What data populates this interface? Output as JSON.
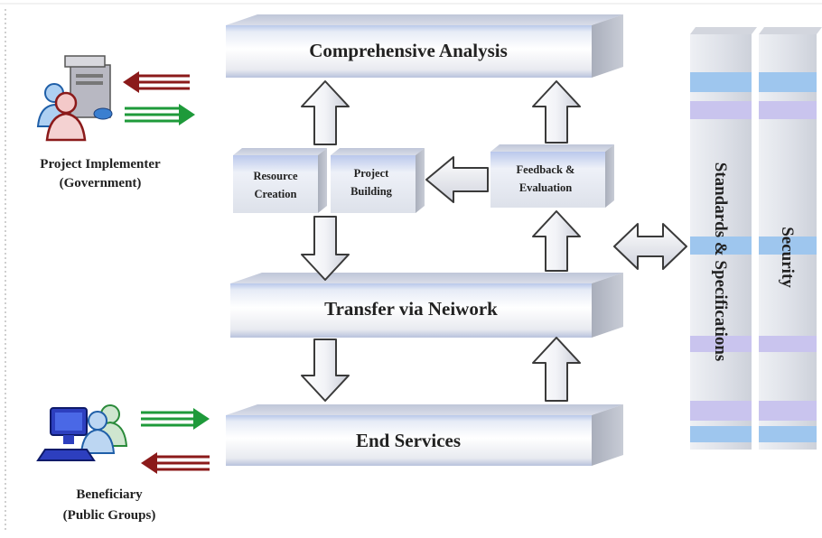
{
  "actors": {
    "implementer": {
      "line1": "Project Implementer",
      "line2": "(Government)"
    },
    "beneficiary": {
      "line1": "Beneficiary",
      "line2": "(Public Groups)"
    }
  },
  "layers": {
    "top": "Comprehensive Analysis",
    "middle": "Transfer via Neiwork",
    "bottom": "End Services"
  },
  "modules": {
    "resource": {
      "line1": "Resource",
      "line2": "Creation"
    },
    "project": {
      "line1": "Project",
      "line2": "Building"
    },
    "feedback": {
      "line1": "Feedback &",
      "line2": "Evaluation"
    }
  },
  "pillars": {
    "standards": "Standards & Specifications",
    "security": "Security"
  },
  "colors": {
    "arrow_red": "#8b1a1a",
    "arrow_green": "#1e9a3a",
    "stripe_blue": "#9ec6ee",
    "stripe_lilac": "#c9c4ee"
  }
}
